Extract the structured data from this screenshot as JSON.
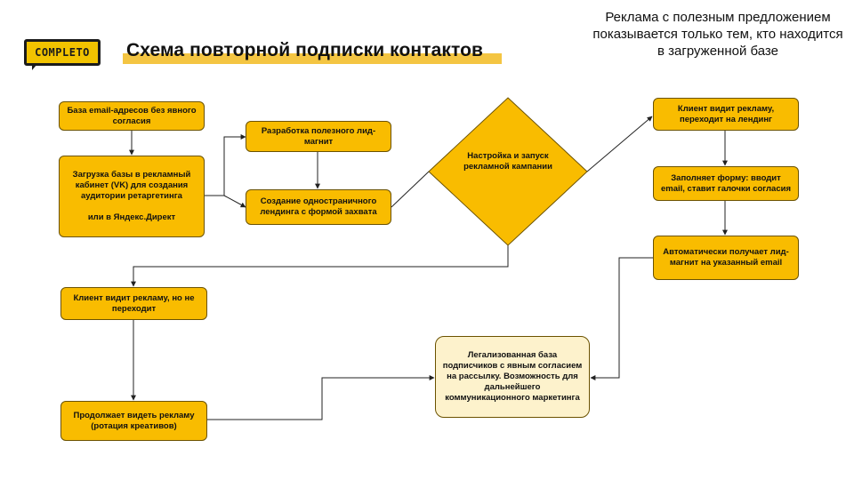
{
  "header": {
    "logo_text": "COMPLETO",
    "title": "Схема  повторной подписки контактов",
    "note": "Реклама с полезным предложением показывается только тем, кто находится в загруженной базе"
  },
  "nodes": {
    "n1": "База email-адресов без явного согласия",
    "n2": "Загрузка базы в рекламный кабинет (VK) для создания аудитории ретаргетинга\n\nили в Яндекс.Директ",
    "n3": "Разработка полезного лид-магнит",
    "n4": "Создание одностраничного лендинга с формой захвата",
    "n5": "Настройка и запуск рекламной кампании",
    "n6": "Клиент видит рекламу, переходит на лендинг",
    "n7": "Заполняет форму: вводит email, ставит галочки согласия",
    "n8": "Автоматически получает лид-магнит на указанный email",
    "n9": "Клиент видит рекламу, но не переходит",
    "n10": "Продолжает видеть рекламу (ротация креативов)",
    "n11": "Легализованная база подписчиков с явным согласием на рассылку. Возможность для дальнейшего коммуникационного маркетинга"
  },
  "colors": {
    "accent": "#f9bc00",
    "light": "#fdf2cc",
    "line": "#222222"
  }
}
